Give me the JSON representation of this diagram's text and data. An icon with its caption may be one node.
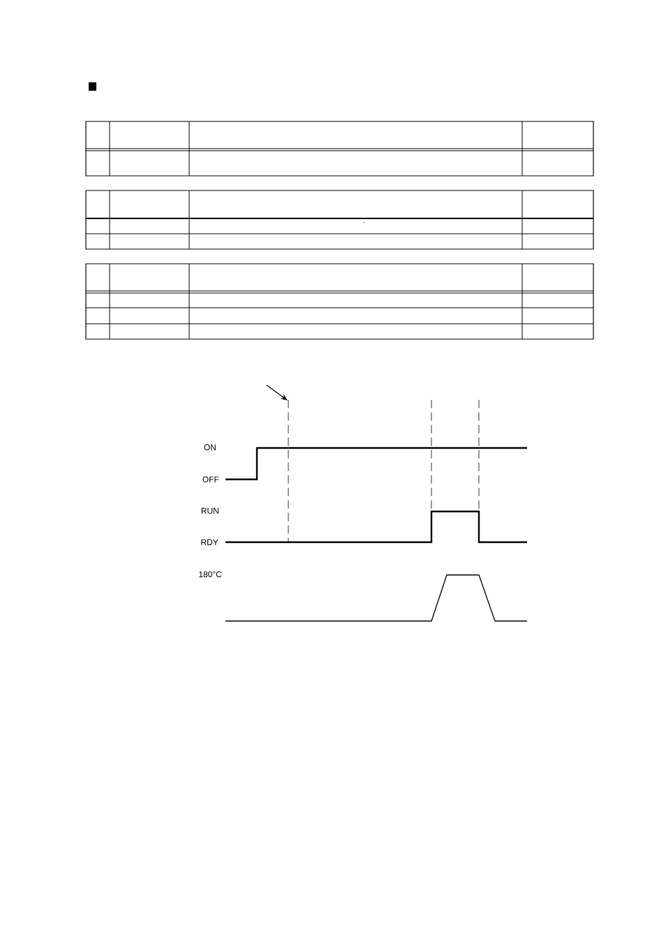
{
  "diagram": {
    "labels": [
      "°",
      "ON",
      "OFF",
      "RUN",
      "RDY",
      "180°C"
    ]
  }
}
